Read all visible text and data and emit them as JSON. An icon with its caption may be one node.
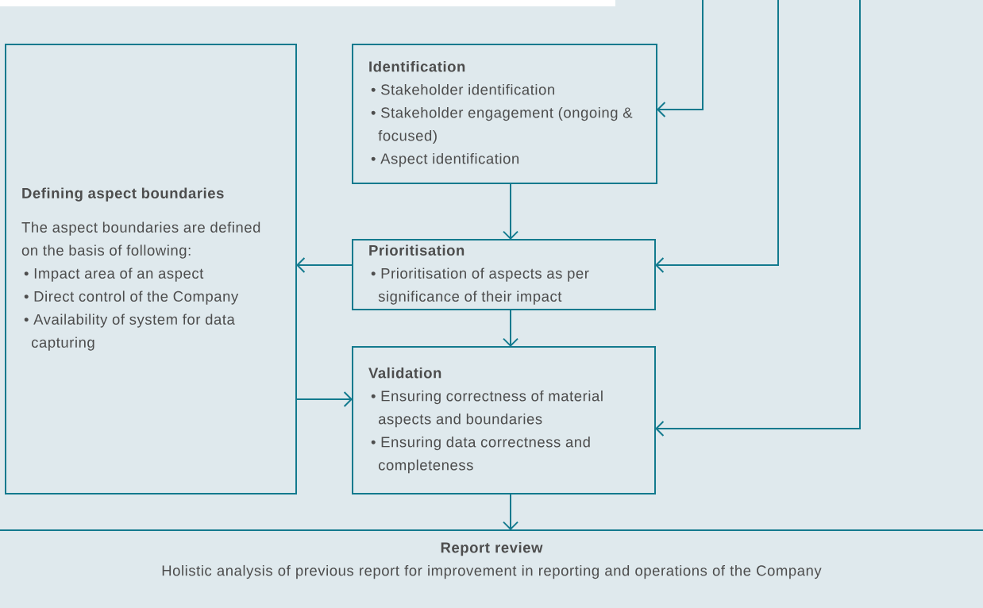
{
  "diagram": {
    "nodes": [
      {
        "text": [
          "Defining aspect boundaries",
          "The aspect boundaries are defined on the basis of following:",
          "• Impact area of an aspect",
          "• Direct control of the Company",
          "• Availability of system for data capturing"
        ]
      },
      {
        "text": [
          "Identification",
          "• Stakeholder identification",
          "• Stakeholder engagement (ongoing & focused)",
          "• Aspect identification"
        ]
      },
      {
        "text": [
          "Prioritisation",
          "• Prioritisation of aspects as per significance of their impact"
        ]
      },
      {
        "text": [
          "Validation",
          "• Ensuring correctness of material aspects and boundaries",
          "• Ensuring data correctness and completeness"
        ]
      },
      {
        "text": [
          "Report review",
          "Holistic analysis of previous report for improvement in reporting and operations of the Company"
        ]
      }
    ],
    "edges": [
      {
        "from": 1,
        "to": 2,
        "arrow": "to"
      },
      {
        "from": 2,
        "to": 3,
        "arrow": "to"
      },
      {
        "from": 3,
        "to": 4,
        "arrow": "to"
      },
      {
        "from": 2,
        "to": 0,
        "arrow": "to"
      },
      {
        "from": 0,
        "to": 3,
        "arrow": "to"
      },
      {
        "from": null,
        "to": 1,
        "arrow": "to"
      },
      {
        "from": null,
        "to": 2,
        "arrow": "to"
      },
      {
        "from": null,
        "to": 3,
        "arrow": "to"
      }
    ]
  }
}
